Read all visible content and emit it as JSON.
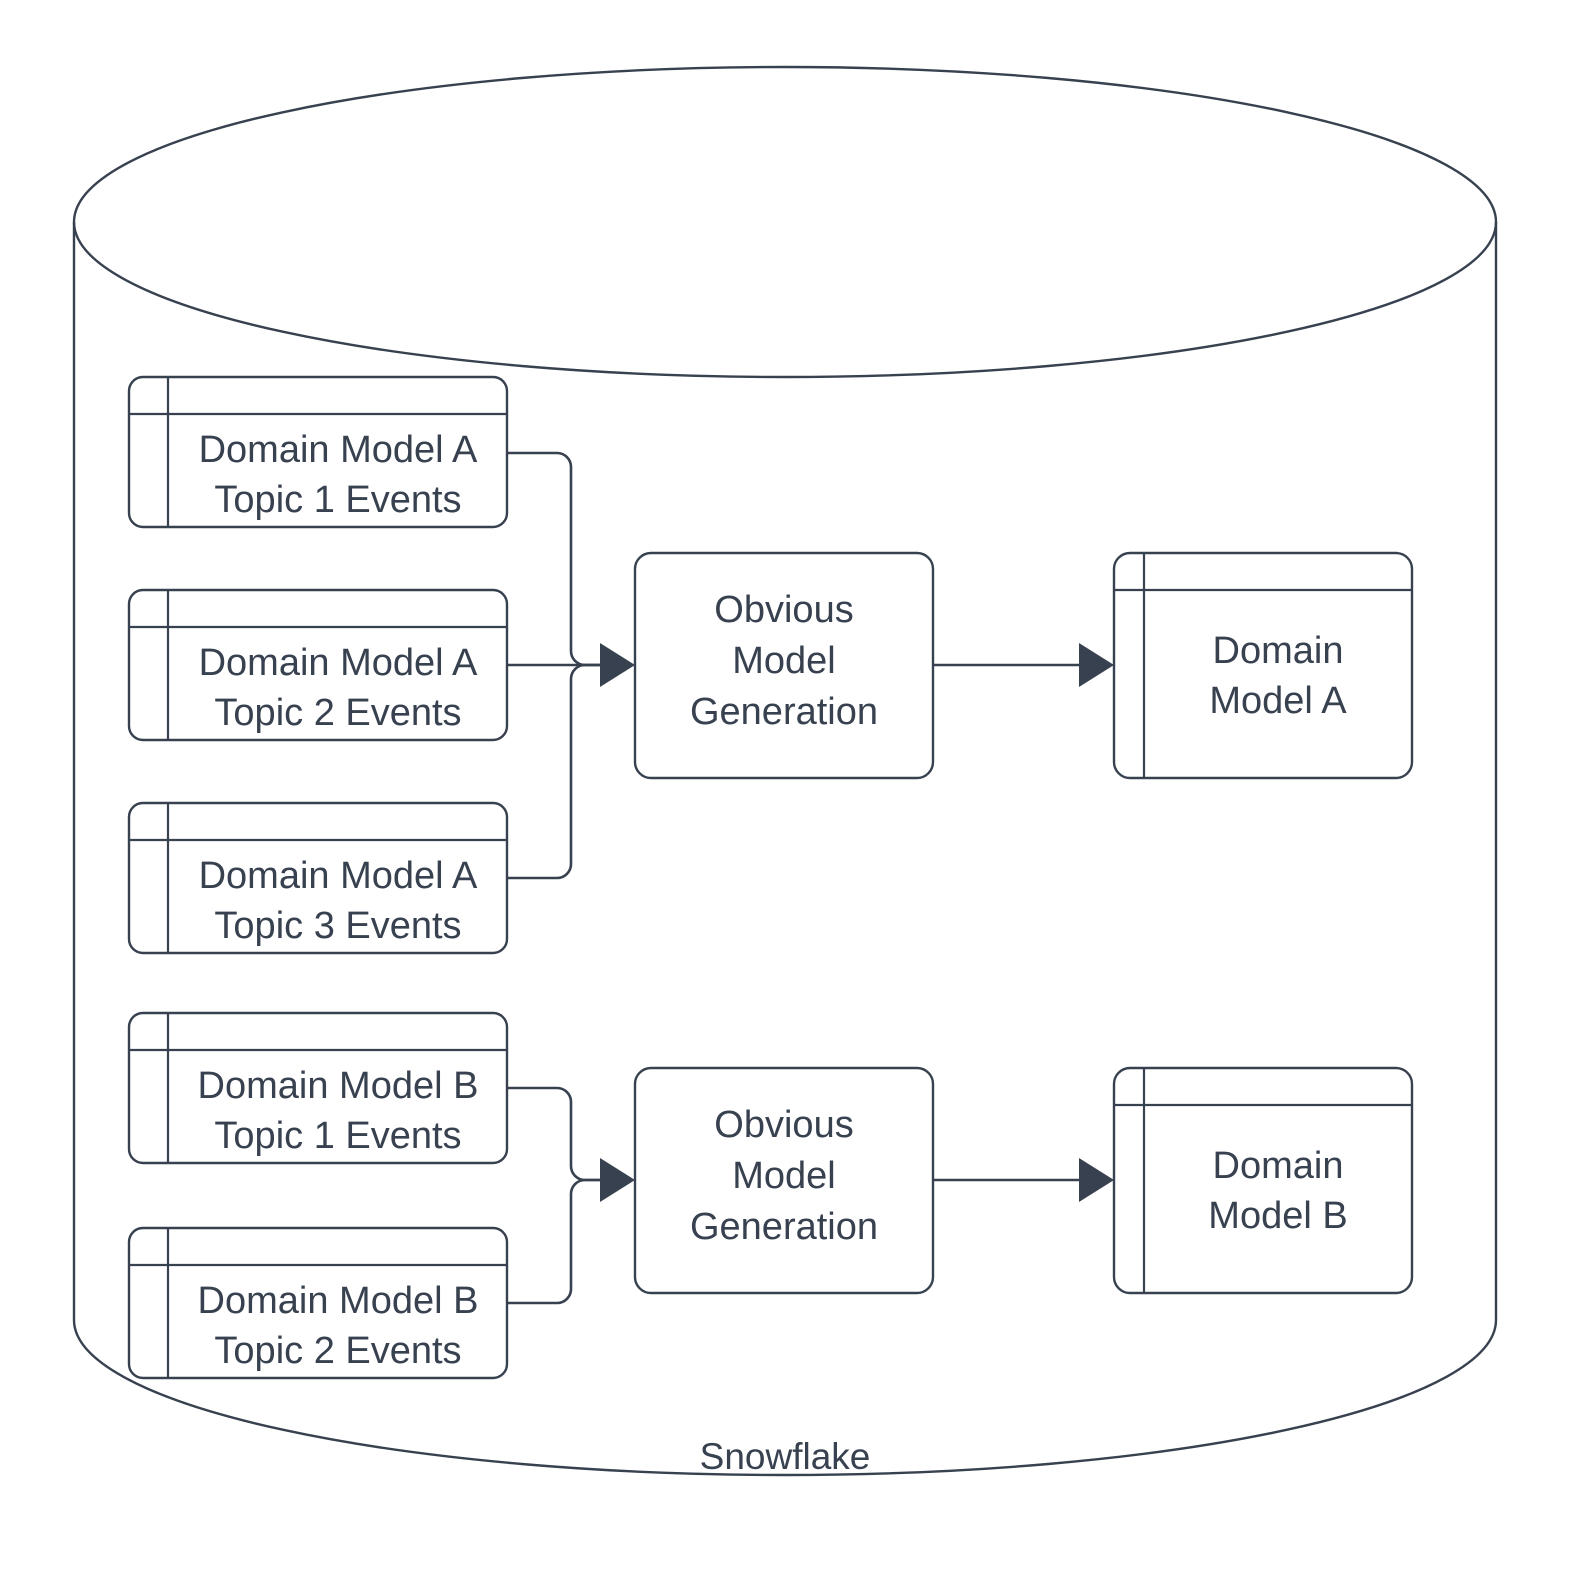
{
  "diagram": {
    "container": {
      "name": "Snowflake",
      "label": "Snowflake",
      "shape": "cylinder"
    },
    "colors": {
      "stroke": "#38414f",
      "text": "#38414f",
      "fill": "#ffffff",
      "background": "#ffffff"
    },
    "groups": [
      {
        "id": "group-a",
        "sources": [
          {
            "id": "a1",
            "line1": "Domain Model A",
            "line2": "Topic 1 Events",
            "shape": "table"
          },
          {
            "id": "a2",
            "line1": "Domain Model A",
            "line2": "Topic 2 Events",
            "shape": "table"
          },
          {
            "id": "a3",
            "line1": "Domain Model A",
            "line2": "Topic 3 Events",
            "shape": "table"
          }
        ],
        "process": {
          "id": "pa",
          "line1": "Obvious",
          "line2": "Model",
          "line3": "Generation",
          "shape": "rounded-rect"
        },
        "output": {
          "id": "oa",
          "line1": "Domain",
          "line2": "Model A",
          "shape": "table"
        }
      },
      {
        "id": "group-b",
        "sources": [
          {
            "id": "b1",
            "line1": "Domain Model B",
            "line2": "Topic 1 Events",
            "shape": "table"
          },
          {
            "id": "b2",
            "line1": "Domain Model B",
            "line2": "Topic 2 Events",
            "shape": "table"
          }
        ],
        "process": {
          "id": "pb",
          "line1": "Obvious",
          "line2": "Model",
          "line3": "Generation",
          "shape": "rounded-rect"
        },
        "output": {
          "id": "ob",
          "line1": "Domain",
          "line2": "Model B",
          "shape": "table"
        }
      }
    ]
  }
}
